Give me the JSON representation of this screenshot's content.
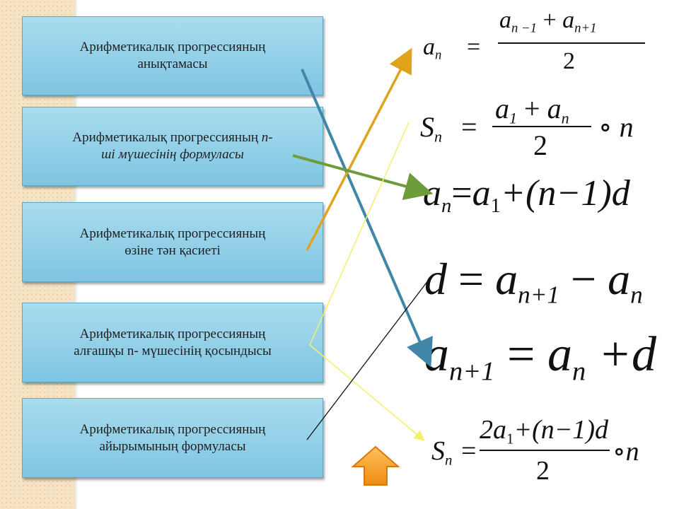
{
  "cards": [
    {
      "line1": "Арифметикалық прогрессияның",
      "line2": "анықтамасы"
    },
    {
      "line1": "Арифметикалық прогрессияның",
      "line1_italic": "n-",
      "line2": "ші мүшесінің формуласы"
    },
    {
      "line1": "Арифметикалық прогрессияның",
      "line2": "өзіне тән қасиеті"
    },
    {
      "line1": "Арифметикалық прогрессияның",
      "line2": "алғашқы n- мүшесінің қосындысы"
    },
    {
      "line1": "Арифметикалық прогрессияның",
      "line2": "айырымының формуласы"
    }
  ],
  "formulas": {
    "f1": {
      "lhs": "a",
      "lhs_sub": "n",
      "eq": "=",
      "num_a": "a",
      "num_a_sub": "n −1",
      "plus": "+",
      "num_b": "a",
      "num_b_sub": "n+1",
      "den": "2"
    },
    "f2": {
      "lhs": "S",
      "lhs_sub": "n",
      "eq": "=",
      "num_a": "a",
      "num_a_sub": "1",
      "plus": "+",
      "num_b": "a",
      "num_b_sub": "n",
      "den": "2",
      "op": "∘",
      "tail": "n"
    },
    "f3": {
      "a": "a",
      "a_sub": "n",
      "eq": "=",
      "b": "a",
      "b_sub": "1",
      "rest": "+(n−1)d"
    },
    "f4": {
      "d": "d",
      "eq": "=",
      "a": "a",
      "a_sub": "n+1",
      "minus": "−",
      "b": "a",
      "b_sub": "n"
    },
    "f5": {
      "a": "a",
      "a_sub": "n+1",
      "eq": "=",
      "b": "a",
      "b_sub": "n",
      "rest": "+d"
    },
    "f6": {
      "lhs": "S",
      "lhs_sub": "n",
      "eq": "=",
      "num_pre": "2a",
      "num_sub": "1",
      "num_rest": "+(n−1)d",
      "den": "2",
      "op": "∘",
      "tail": "n"
    }
  },
  "colors": {
    "card_top": "#a9dcee",
    "card_bottom": "#7fc5e2",
    "line_blue": "#3f86a8",
    "line_orange": "#e0a41c",
    "line_green": "#6f9c3a",
    "line_yellow": "#f5f06a",
    "line_black": "#111111",
    "arrow_orange": "#f39a22"
  },
  "nav": {
    "icon": "up-arrow-icon"
  }
}
